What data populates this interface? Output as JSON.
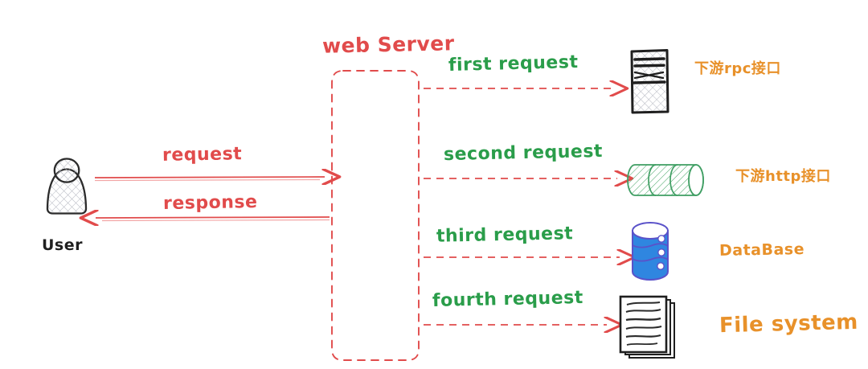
{
  "diagram": {
    "title": "web Server",
    "colors": {
      "red": "#e14b4b",
      "green": "#2a9d4a",
      "orange": "#e8912a",
      "blue": "#2f86e0",
      "black": "#1f1f1f",
      "background": "#ffffff"
    },
    "actor": {
      "label": "User",
      "icon": "user-avatar-icon"
    },
    "server": {
      "label": "web Server",
      "shape": "dashed-rounded-rectangle",
      "border_color": "#e14b4b"
    },
    "user_flows": [
      {
        "label": "request",
        "direction": "right",
        "style": "solid",
        "color": "#e14b4b"
      },
      {
        "label": "response",
        "direction": "left",
        "style": "solid",
        "color": "#e14b4b"
      }
    ],
    "downstream": [
      {
        "arrow_label": "first request",
        "target_label": "下游rpc接口",
        "icon": "server-rack-icon",
        "arrow_style": "dashed",
        "arrow_color": "#e14b4b",
        "label_color": "#e8912a"
      },
      {
        "arrow_label": "second request",
        "target_label": "下游http接口",
        "icon": "pipeline-cylinder-icon",
        "arrow_style": "dashed",
        "arrow_color": "#e14b4b",
        "label_color": "#e8912a"
      },
      {
        "arrow_label": "third request",
        "target_label": "DataBase",
        "icon": "database-cylinder-icon",
        "arrow_style": "dashed",
        "arrow_color": "#e14b4b",
        "label_color": "#e8912a"
      },
      {
        "arrow_label": "fourth request",
        "target_label": "File system",
        "icon": "document-stack-icon",
        "arrow_style": "dashed",
        "arrow_color": "#e14b4b",
        "label_color": "#e8912a"
      }
    ]
  }
}
